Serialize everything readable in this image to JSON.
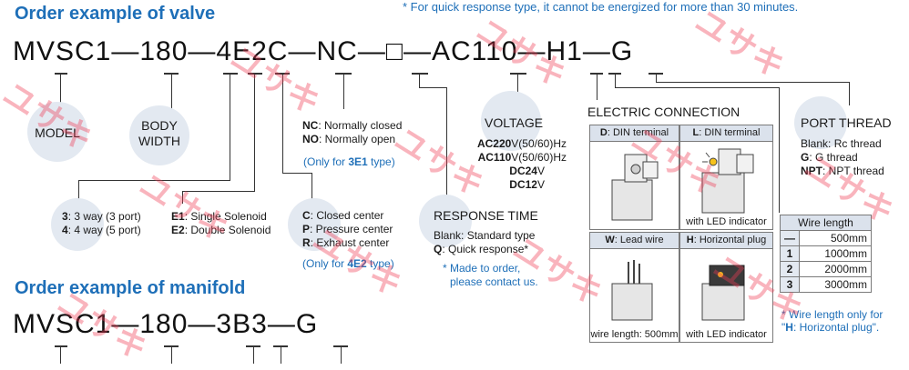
{
  "title_valve": "Order example of valve",
  "title_manifold": "Order example of manifold",
  "top_note": "* For quick response type, it cannot be energized for more than 30 minutes.",
  "valve_code": {
    "s1": "MVSC1",
    "d1": "—",
    "s2": "180",
    "d2": "—",
    "s3": "4E2C",
    "d3": "—",
    "s4": "NC",
    "d4": "—",
    "box": "□",
    "d5": "—",
    "s5": "AC110",
    "d6": "—",
    "s6": "H1",
    "d7": "—",
    "s7": "G"
  },
  "manifold_code": {
    "s1": "MVSC1",
    "d1": "—",
    "s2": "180",
    "d2": "—",
    "s3": "3B3",
    "d3": "—",
    "s4": "G"
  },
  "model_label": "MODEL",
  "body_label_1": "BODY",
  "body_label_2": "WIDTH",
  "way": [
    {
      "key": "3",
      "text": ": 3 way (3 port)"
    },
    {
      "key": "4",
      "text": ": 4 way (5 port)"
    }
  ],
  "solenoid": [
    {
      "key": "E1",
      "text": ": Single Solenoid"
    },
    {
      "key": "E2",
      "text": ": Double Solenoid"
    }
  ],
  "center": [
    {
      "key": "C",
      "text": ": Closed center"
    },
    {
      "key": "P",
      "text": ": Pressure center"
    },
    {
      "key": "R",
      "text": ": Exhaust center"
    }
  ],
  "center_note": {
    "pre": "(Only for ",
    "key": "4E2",
    "post": " type)"
  },
  "nc": [
    {
      "key": "NC",
      "text": ": Normally closed"
    },
    {
      "key": "NO",
      "text": ": Normally open"
    }
  ],
  "nc_note": {
    "pre": "(Only for ",
    "key": "3E1",
    "post": " type)"
  },
  "voltage_label": "VOLTAGE",
  "voltages": [
    {
      "key": "AC220",
      "text": "V(50/60)Hz"
    },
    {
      "key": "AC110",
      "text": "V(50/60)Hz"
    },
    {
      "key": "DC24",
      "text": "V"
    },
    {
      "key": "DC12",
      "text": "V"
    }
  ],
  "response_label": "RESPONSE TIME",
  "response": [
    {
      "key": "Blank",
      "text": ": Standard type"
    },
    {
      "key": "Q",
      "text": ": Quick response*"
    }
  ],
  "response_note_1": "* Made to order,",
  "response_note_2": "please contact us.",
  "electric_label": "ELECTRIC CONNECTION",
  "conn": {
    "d": {
      "key": "D",
      "text": ": DIN terminal"
    },
    "l": {
      "key": "L",
      "text": ": DIN terminal",
      "caption": "with LED indicator"
    },
    "w": {
      "key": "W",
      "text": ": Lead wire",
      "caption": "wire length: 500mm"
    },
    "h": {
      "key": "H",
      "text": ": Horizontal plug",
      "caption": "with LED indicator"
    }
  },
  "wire_label": "Wire length",
  "wire_rows": [
    {
      "k": "—",
      "v": "500mm"
    },
    {
      "k": "1",
      "v": "1000mm"
    },
    {
      "k": "2",
      "v": "2000mm"
    },
    {
      "k": "3",
      "v": "3000mm"
    }
  ],
  "wire_note_1": "* Wire length only for",
  "wire_note_2_pre": "\"",
  "wire_note_2_key": "H",
  "wire_note_2_post": ": Horizontal plug\".",
  "port_label": "PORT THREAD",
  "port": [
    {
      "key": "Blank",
      "text": ": Rc thread"
    },
    {
      "key": "G",
      "text": ": G thread"
    },
    {
      "key": "NPT",
      "text": ": NPT thread"
    }
  ],
  "watermark": "ユサキ",
  "colors": {
    "accent": "#1e6fb8",
    "circle": "#e3e9f1",
    "watermark": "#f03c55"
  }
}
